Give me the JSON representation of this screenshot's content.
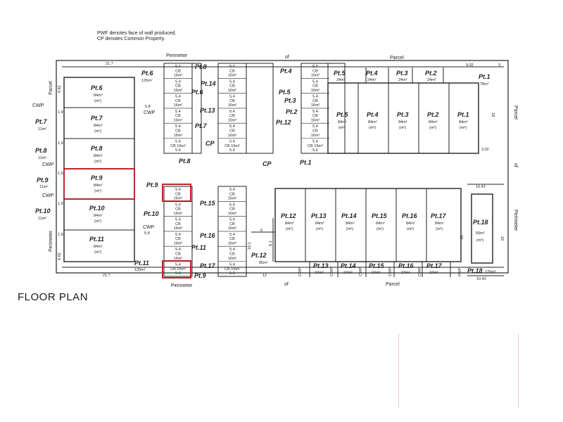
{
  "notes": [
    "PWF denotes face of wall produced.",
    "CP denotes Common Property."
  ],
  "floor_plan_title": "FLOOR PLAN",
  "colors": {
    "line": "#222222",
    "highlight": "#c0262c",
    "page": "#ffffff",
    "divider": "#e6c9d3"
  },
  "perimeter_words": {
    "perimeter": "Perimeter",
    "of": "of",
    "parcel": "Parcel"
  },
  "left_side": {
    "lots": [
      {
        "label": "Pt.6",
        "area": "84m²",
        "unit": "(m²)"
      },
      {
        "label": "Pt.7",
        "area": "84m²",
        "unit": "(m²)"
      },
      {
        "label": "Pt.8",
        "area": "84m²",
        "unit": "(m²)"
      },
      {
        "label": "Pt.9",
        "area": "84m²",
        "unit": "(m²)",
        "highlighted": true
      },
      {
        "label": "Pt.10",
        "area": "84m²",
        "unit": "(m²)"
      },
      {
        "label": "Pt.11",
        "area": "84m²",
        "unit": "(m²)"
      }
    ],
    "outside": [
      {
        "label": "Pt.6",
        "area": "125m²"
      },
      {
        "label": "Pt.7",
        "area": "11m²"
      },
      {
        "label": "Pt.8",
        "area": "11m²"
      },
      {
        "label": "Pt.9",
        "area": "11m²"
      },
      {
        "label": "Pt.10",
        "area": "11m²"
      },
      {
        "label": "Pt.11",
        "area": "125m²"
      }
    ],
    "dims": {
      "top": "21.7",
      "bottom": "21.7",
      "side_top": "9.62",
      "side_bottom": "9.62",
      "row": "1.9",
      "cwp": "CWP",
      "gap": "5.8"
    }
  },
  "store_grid": {
    "labels": [
      "5.4",
      "CB",
      "16m²",
      "5.6",
      "CB 16m²"
    ],
    "left_pointers": [
      "Pt.8",
      "Pt.6",
      "Pt.7",
      "Pt.8"
    ],
    "mid_pointers": [
      "Pt.14",
      "Pt.13",
      "CP"
    ],
    "right_pointers": [
      "Pt.4",
      "Pt.5",
      "Pt.3",
      "Pt.12",
      "Pt.2",
      "Pt.1"
    ],
    "lower_left_pointers": [
      "Pt.9",
      "Pt.10",
      "Pt.11",
      "Pt.9"
    ],
    "lower_mid_pointers": [
      "Pt.15",
      "Pt.16",
      "Pt.17"
    ]
  },
  "upper_right": {
    "lots": [
      {
        "label": "Pt.5",
        "area": "84m²",
        "unit": "(m²)"
      },
      {
        "label": "Pt.4",
        "area": "84m²",
        "unit": "(m²)"
      },
      {
        "label": "Pt.3",
        "area": "84m²",
        "unit": "(m²)"
      },
      {
        "label": "Pt.2",
        "area": "84m²",
        "unit": "(m²)"
      },
      {
        "label": "Pt.1",
        "area": "84m²",
        "unit": "(m²)"
      }
    ],
    "yards": [
      {
        "label": "Pt.5",
        "area": "24m²"
      },
      {
        "label": "Pt.4",
        "area": "24m²"
      },
      {
        "label": "Pt.3",
        "area": "24m²"
      },
      {
        "label": "Pt.2",
        "area": "24m²"
      },
      {
        "label": "Pt.1",
        "area": "78m²"
      }
    ],
    "dims": {
      "top": "9.02",
      "right": "3",
      "bottom": "3.02",
      "side": "18"
    }
  },
  "lower_right": {
    "lots": [
      {
        "label": "Pt.12",
        "area": "84m²",
        "unit": "(m²)"
      },
      {
        "label": "Pt.13",
        "area": "84m²",
        "unit": "(m²)"
      },
      {
        "label": "Pt.14",
        "area": "84m²",
        "unit": "(m²)"
      },
      {
        "label": "Pt.15",
        "area": "84m²",
        "unit": "(m²)"
      },
      {
        "label": "Pt.16",
        "area": "84m²",
        "unit": "(m²)"
      },
      {
        "label": "Pt.17",
        "area": "84m²",
        "unit": "(m²)"
      }
    ],
    "pt18": {
      "label": "Pt.18",
      "area": "60m²",
      "unit": "(m²)",
      "outer": "126m²"
    },
    "yards": [
      {
        "label": "Pt.13",
        "area": "24m²"
      },
      {
        "label": "Pt.14",
        "area": "24m²"
      },
      {
        "label": "Pt.15",
        "area": "24m²"
      },
      {
        "label": "Pt.16",
        "area": "24m²"
      },
      {
        "label": "Pt.17",
        "area": "24m²"
      }
    ],
    "pt12_outside": {
      "label": "Pt.12",
      "area": "85m²"
    },
    "dims": {
      "top": "10.42",
      "bottom": "10.42",
      "side": "18",
      "left": "10.1",
      "gap": "6.1",
      "six": "6",
      "twelve": "12",
      "cwp": "CWP",
      "fwp": "FWP"
    }
  }
}
